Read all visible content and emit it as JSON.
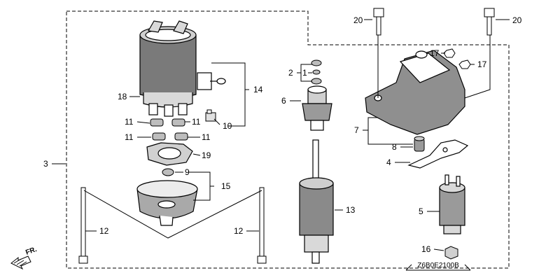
{
  "diagram": {
    "callouts": {
      "c1": "1",
      "c2": "2",
      "c3": "3",
      "c4": "4",
      "c5": "5",
      "c6": "6",
      "c7": "7",
      "c8": "8",
      "c9": "9",
      "c10": "10",
      "c11a": "11",
      "c11b": "11",
      "c11c": "11",
      "c11d": "11",
      "c12a": "12",
      "c12b": "12",
      "c13": "13",
      "c14": "14",
      "c15": "15",
      "c16": "16",
      "c17a": "17",
      "c17b": "17",
      "c18": "18",
      "c19": "19",
      "c20a": "20",
      "c20b": "20"
    },
    "direction_label": "FR.",
    "drawing_code": "Z6B0E2100B"
  }
}
